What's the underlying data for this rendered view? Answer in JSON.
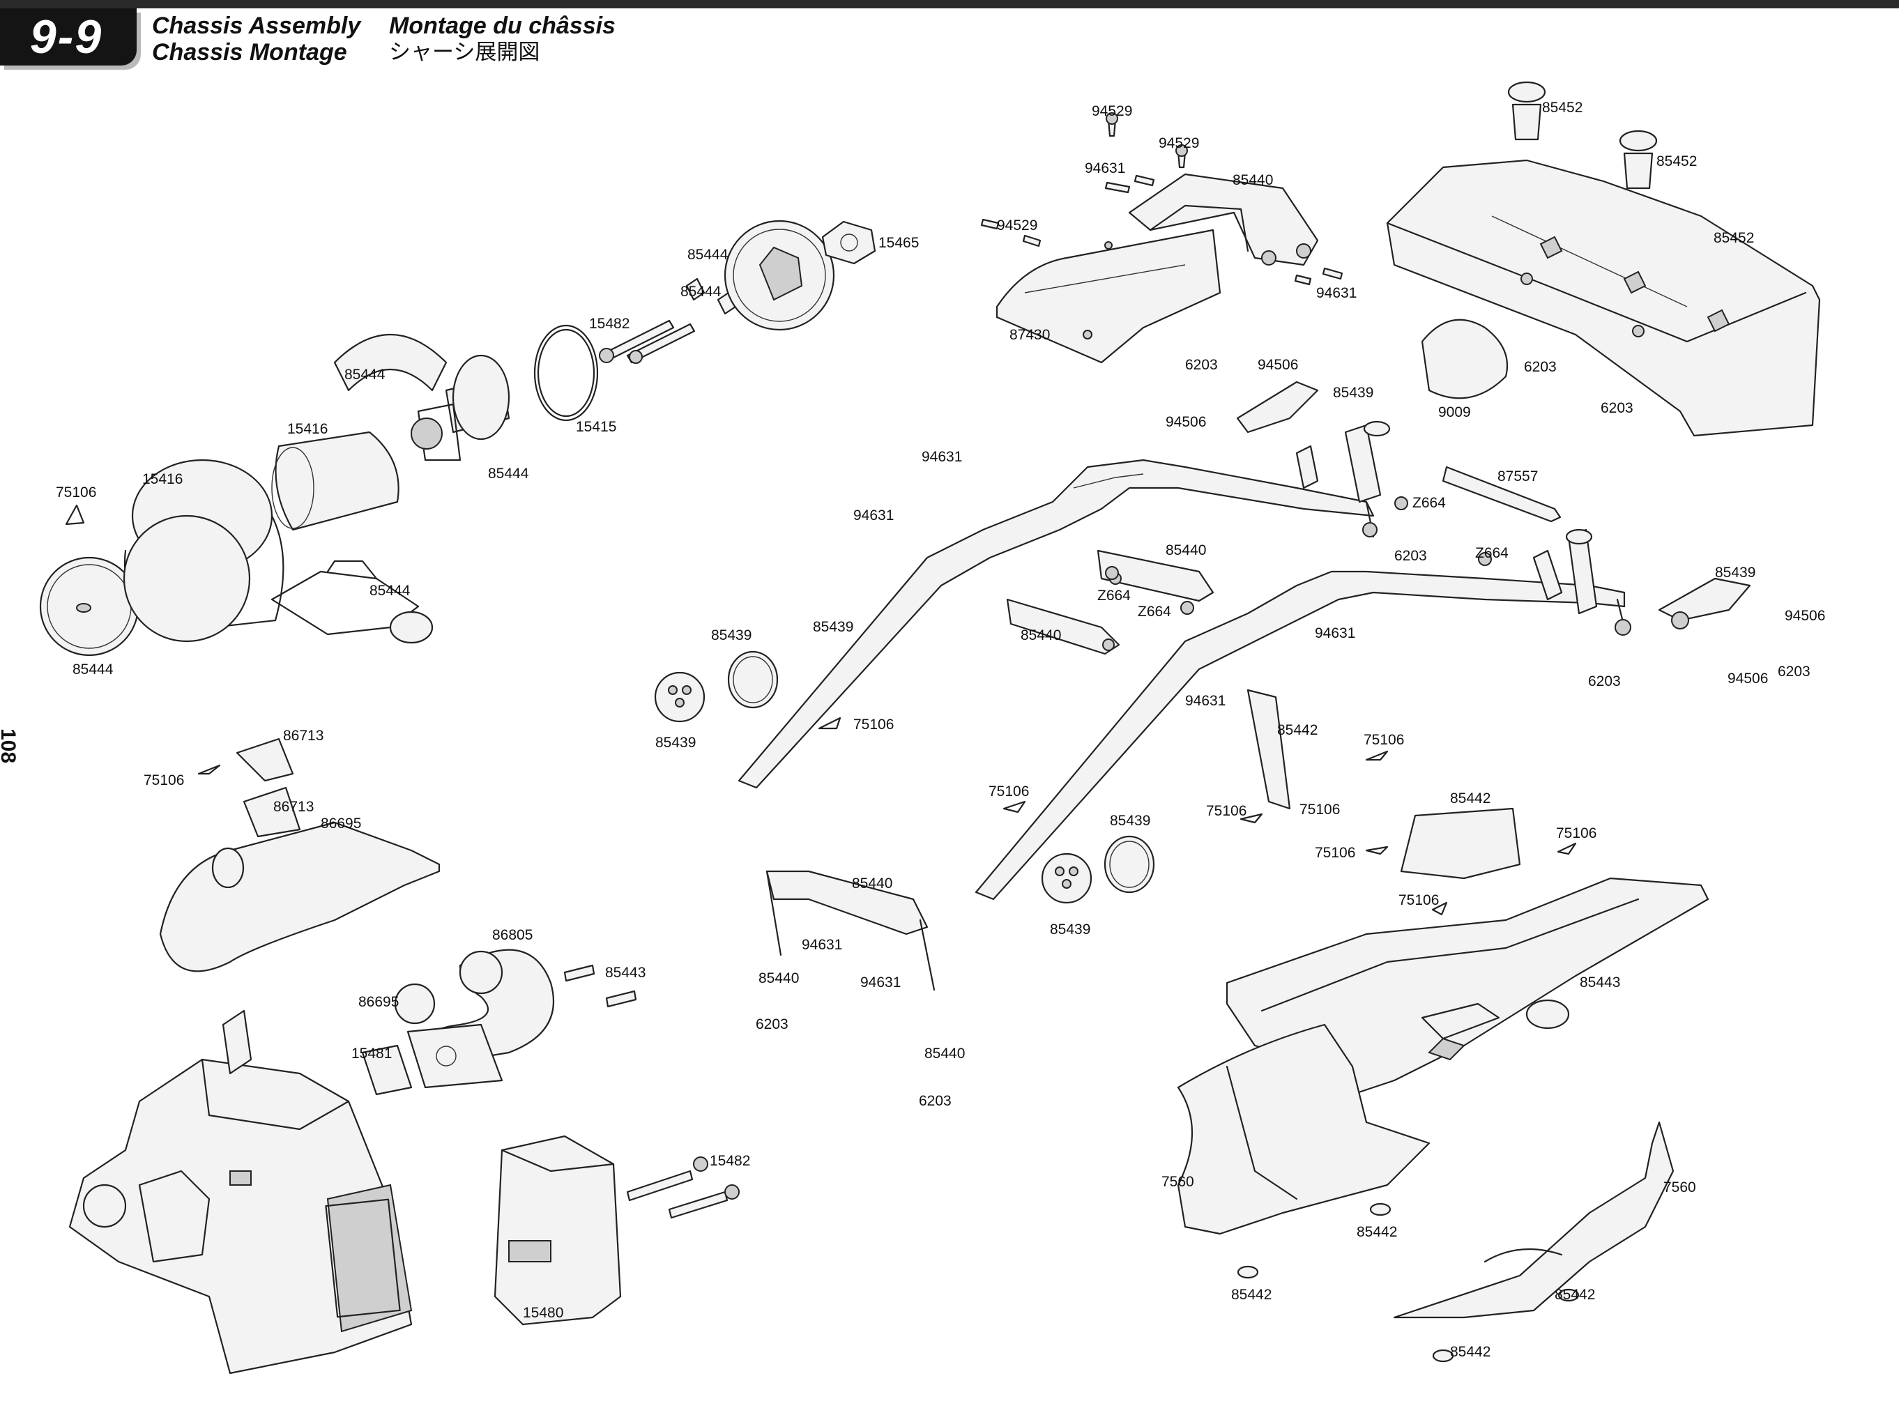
{
  "header": {
    "section_number": "9-9",
    "title_en": "Chassis Assembly",
    "title_de": "Chassis Montage",
    "title_fr": "Montage du châssis",
    "title_jp": "シャーシ展開図"
  },
  "page_number": "108",
  "part_labels": [
    "94529",
    "94529",
    "94631",
    "85440",
    "94529",
    "94631",
    "87430",
    "85452",
    "85452",
    "85452",
    "6203",
    "6203",
    "9009",
    "15465",
    "85444",
    "85444",
    "15482",
    "85444",
    "15416",
    "15415",
    "85444",
    "75106",
    "15416",
    "85444",
    "85444",
    "6203",
    "94506",
    "85439",
    "94506",
    "94631",
    "94631",
    "87557",
    "Z664",
    "6203",
    "Z664",
    "85440",
    "Z664",
    "Z664",
    "85440",
    "85439",
    "85439",
    "94506",
    "6203",
    "94506",
    "6203",
    "94631",
    "94631",
    "85439",
    "85439",
    "75106",
    "86713",
    "75106",
    "86713",
    "86695",
    "85442",
    "75106",
    "75106",
    "75106",
    "75106",
    "85442",
    "75106",
    "75106",
    "75106",
    "85439",
    "85439",
    "85440",
    "94631",
    "94631",
    "85440",
    "6203",
    "85440",
    "6203",
    "86805",
    "85443",
    "86695",
    "15481",
    "85443",
    "7560",
    "7560",
    "85442",
    "85442",
    "85442",
    "85442",
    "15482",
    "15480"
  ]
}
